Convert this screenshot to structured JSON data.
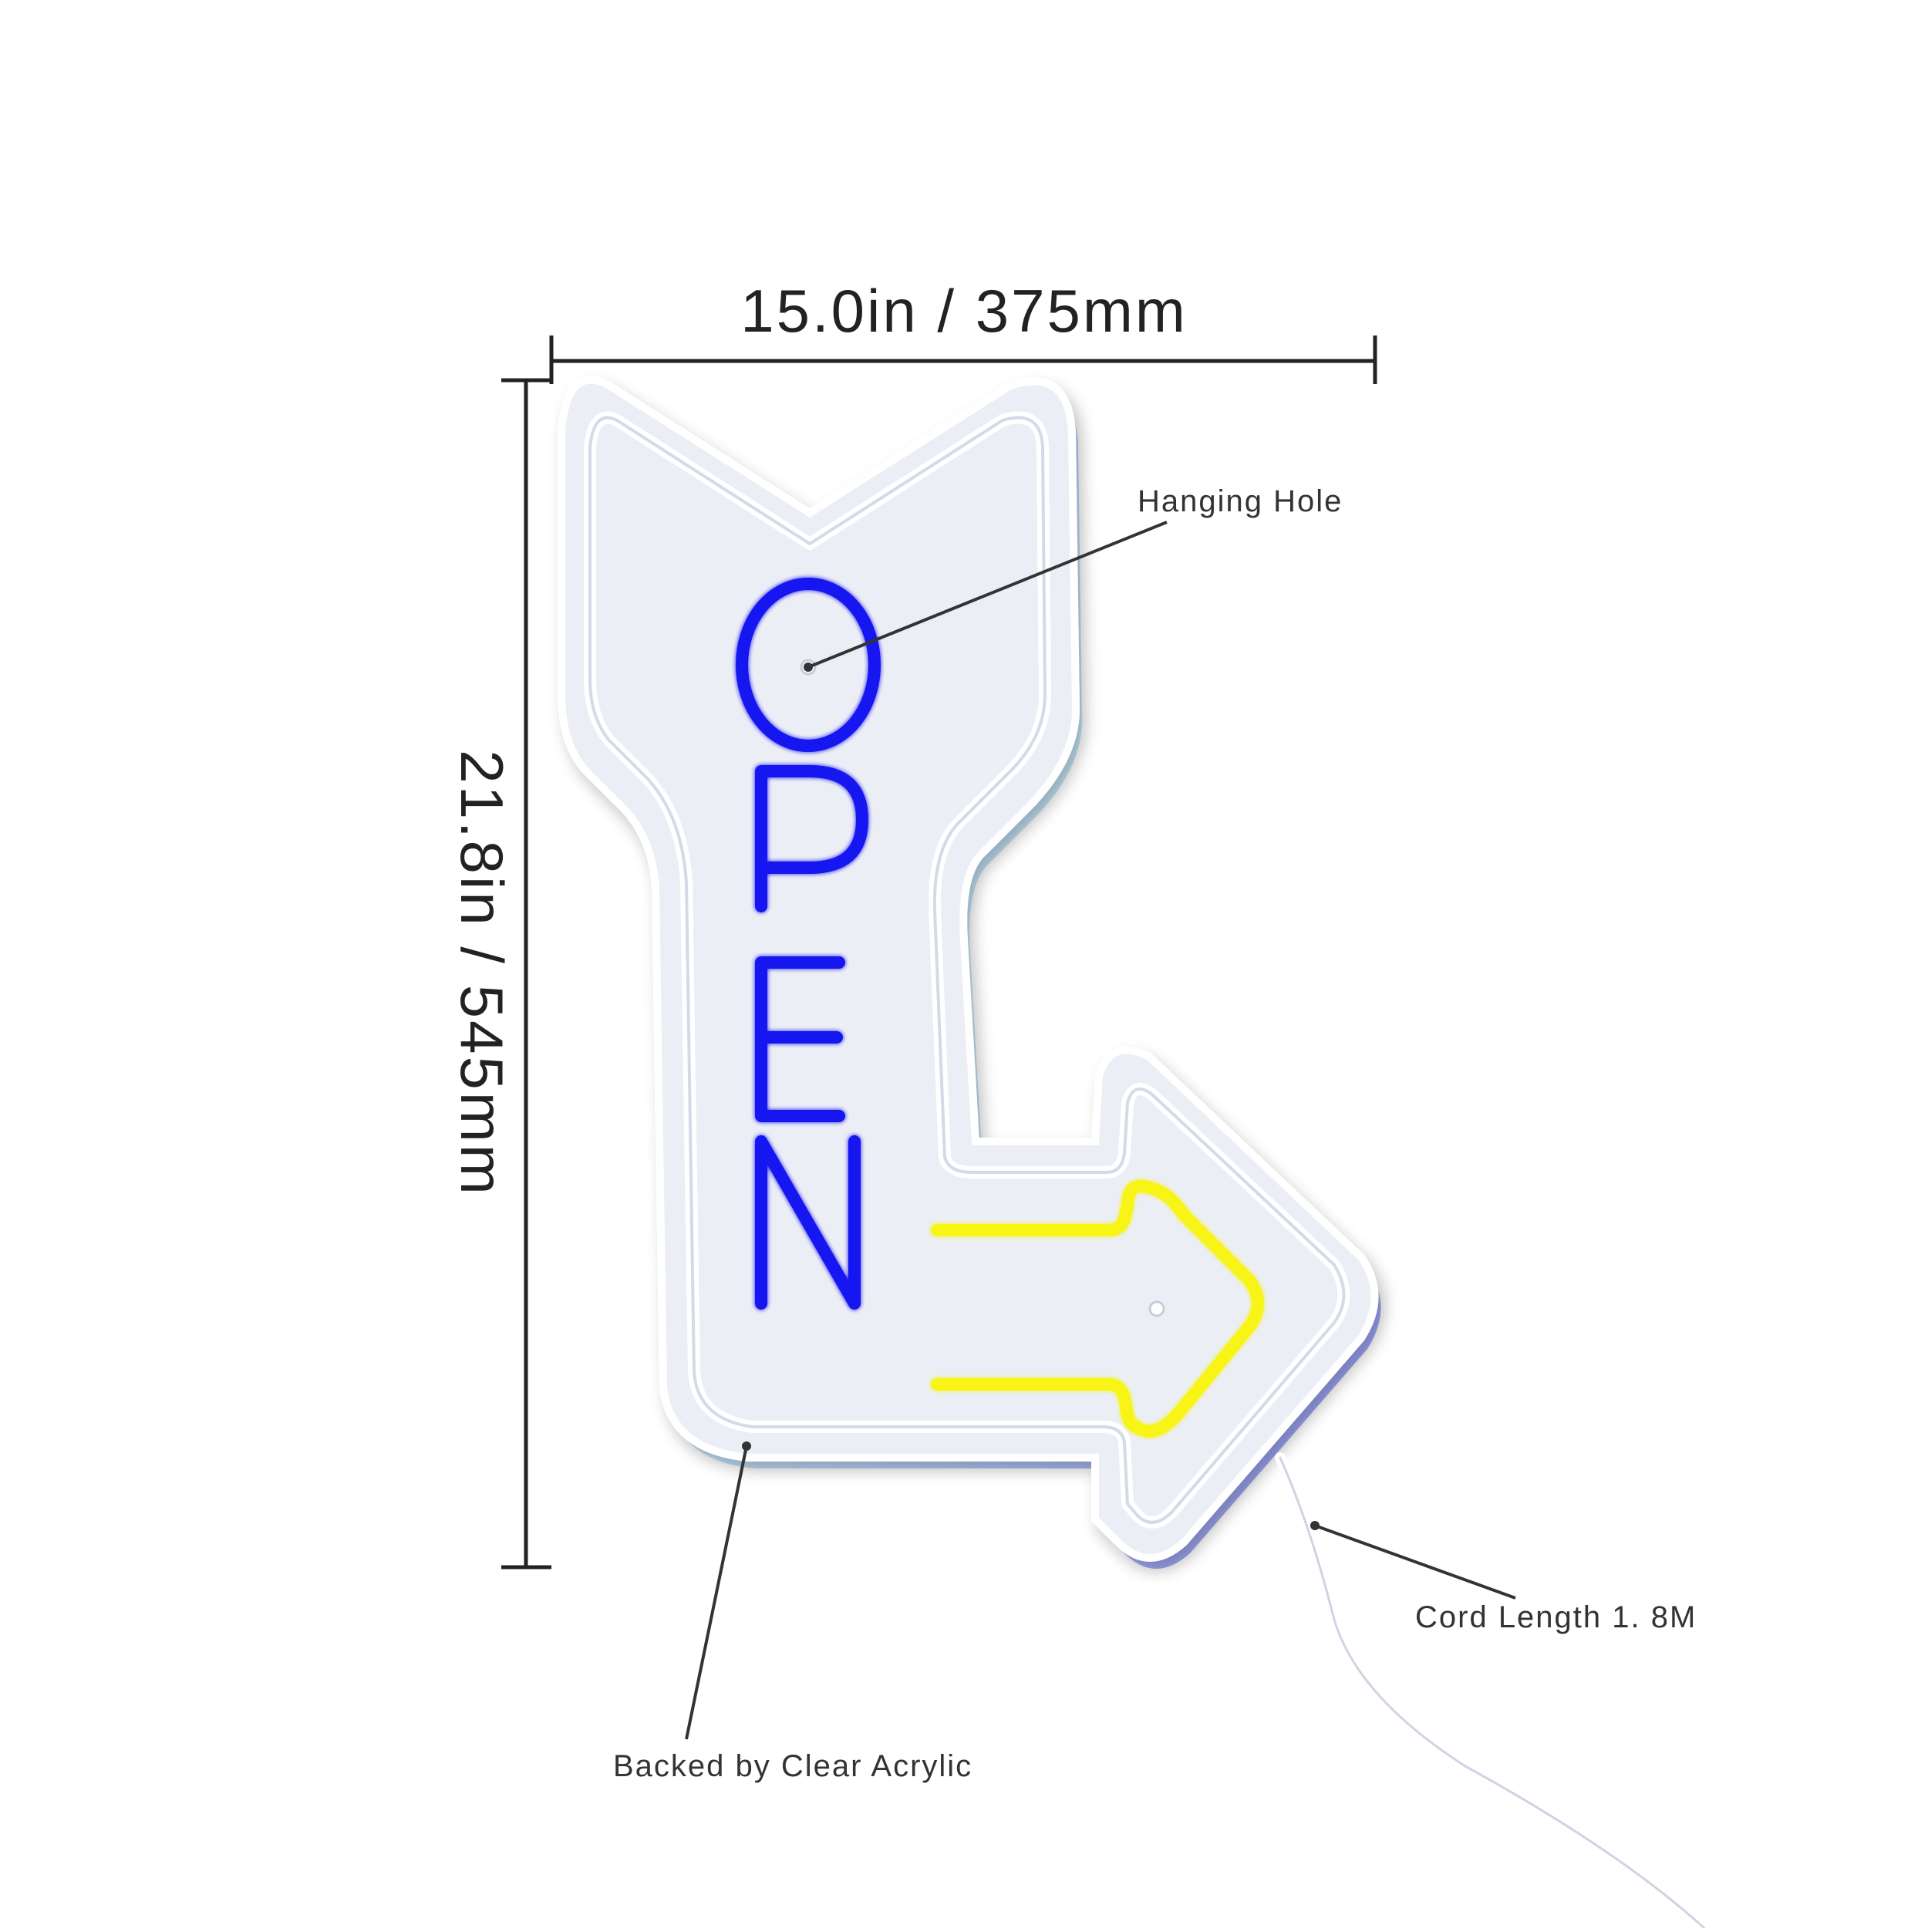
{
  "dimensions": {
    "width_label": "15.0in / 375mm",
    "height_label": "21.8in / 545mm"
  },
  "sign": {
    "text": "OPEN",
    "letters": [
      "O",
      "P",
      "E",
      "N"
    ],
    "text_color": "#1414f0",
    "arrow_color": "#f7f414",
    "backing_color": "#eceef6",
    "tube_color": "#ffffff"
  },
  "callouts": {
    "hanging_hole": "Hanging Hole",
    "backing": "Backed by Clear Acrylic",
    "cord": "Cord Length 1. 8M"
  }
}
